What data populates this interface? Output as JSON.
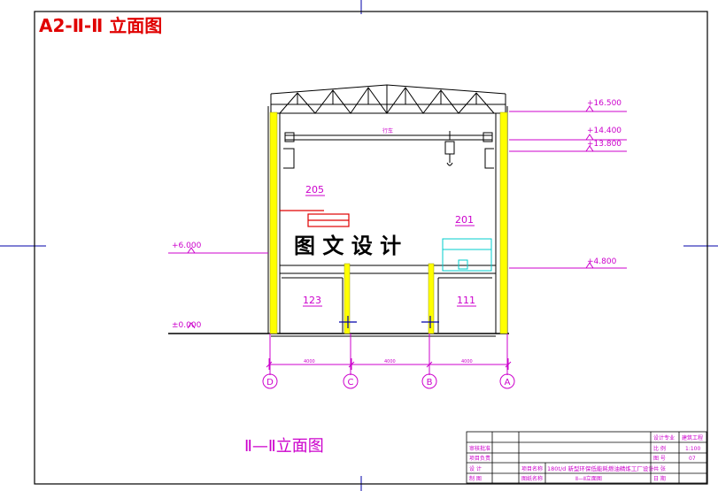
{
  "sheet": {
    "title": "A2-Ⅱ-Ⅱ 立面图",
    "caption": "Ⅱ—Ⅱ立面图",
    "watermark": "图 文 设 计"
  },
  "elevations": {
    "e16500": "+16.500",
    "e14400": "+14.400",
    "e13800": "+13.800",
    "e4800": "+4.800",
    "e6000": "+6.000",
    "e0000": "±0.000"
  },
  "rooms": {
    "r205": "205",
    "r201": "201",
    "r123": "123",
    "r111": "111"
  },
  "crane_label": "行车",
  "axes": [
    "D",
    "C",
    "B",
    "A"
  ],
  "dimensions": {
    "span1": "4000",
    "span2": "4000",
    "span3": "4000"
  },
  "title_block": {
    "row1_left": "审核批准",
    "row2_left": "项目负责",
    "row3_left": "设  计",
    "row4_left": "制  图",
    "project_label": "项目名称",
    "project_name": "180t/d 新型环保低能耗燃油精炼工厂设计",
    "drawing_label": "图纸名称",
    "drawing_name": "Ⅱ—Ⅱ立面图",
    "spec_label": "设计专业",
    "spec_value": "建筑工程",
    "scale_label": "比  例",
    "scale_value": "1:100",
    "no_label": "图  号",
    "no_value": "07",
    "sheets_label": "共  张",
    "date_label": "日  期"
  },
  "colors": {
    "magenta": "#cc00cc",
    "yellow": "#ffff00",
    "red": "#e00000",
    "border_blue": "#0000aa",
    "cyan": "#00cccc"
  }
}
